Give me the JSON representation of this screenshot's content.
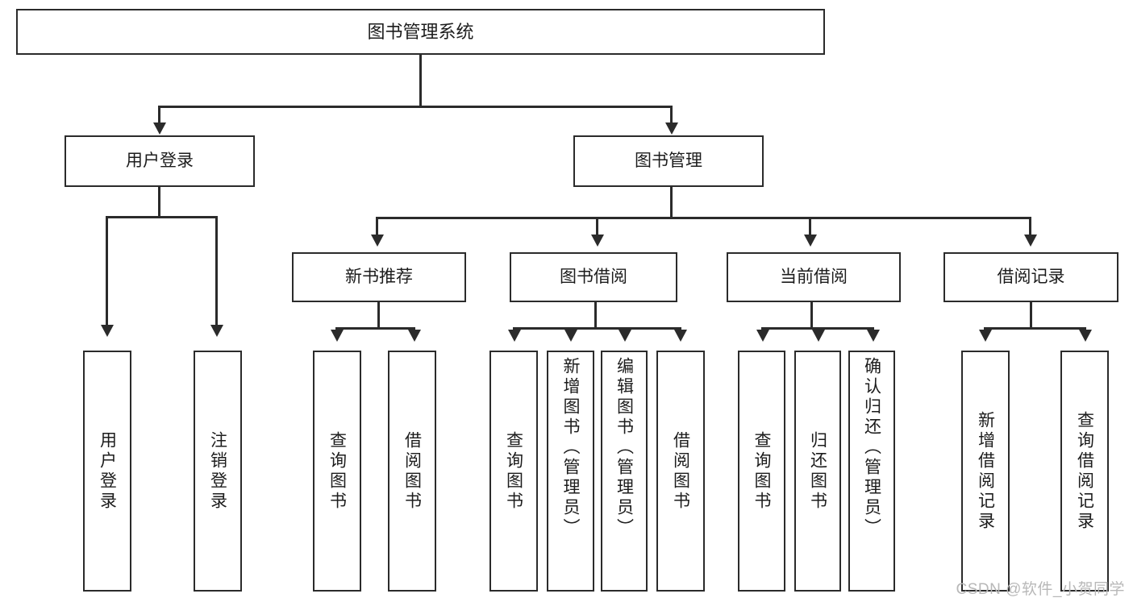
{
  "diagram": {
    "title": "图书管理系统",
    "type": "hierarchy-tree",
    "watermark": "CSDN @软件_小贺同学",
    "colors": {
      "stroke": "#2b2b2b",
      "fill": "#ffffff",
      "text": "#1c1c1c",
      "watermark": "#b8b8b8"
    },
    "root": {
      "label": "图书管理系统"
    },
    "level2": [
      {
        "label": "用户登录"
      },
      {
        "label": "图书管理"
      }
    ],
    "level3": [
      {
        "label": "新书推荐"
      },
      {
        "label": "图书借阅"
      },
      {
        "label": "当前借阅"
      },
      {
        "label": "借阅记录"
      }
    ],
    "leaves": {
      "user_login": [
        {
          "label": "用户登录"
        },
        {
          "label": "注销登录"
        }
      ],
      "new_book": [
        {
          "label": "查询图书"
        },
        {
          "label": "借阅图书"
        }
      ],
      "book_borrow": [
        {
          "label": "查询图书"
        },
        {
          "label": "新增图书（管理员）"
        },
        {
          "label": "编辑图书（管理员）"
        },
        {
          "label": "借阅图书"
        }
      ],
      "current_borrow": [
        {
          "label": "查询图书"
        },
        {
          "label": "归还图书"
        },
        {
          "label": "确认归还（管理员）"
        }
      ],
      "borrow_record": [
        {
          "label": "新增借阅记录"
        },
        {
          "label": "查询借阅记录"
        }
      ]
    }
  }
}
